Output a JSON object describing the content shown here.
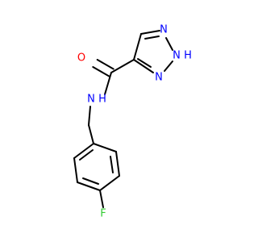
{
  "molecule": {
    "atoms": {
      "o1": {
        "symbol": "O",
        "color": "#ff0000"
      },
      "n_amide": {
        "symbol": "N",
        "color": "#0000ff"
      },
      "h_amide": {
        "symbol": "H",
        "color": "#0000ff"
      },
      "n1": {
        "symbol": "N",
        "color": "#0000ff"
      },
      "n2": {
        "symbol": "N",
        "color": "#0000ff"
      },
      "h_ring": {
        "symbol": "H",
        "color": "#0000ff"
      },
      "n3": {
        "symbol": "N",
        "color": "#0000ff"
      },
      "f1": {
        "symbol": "F",
        "color": "#33cc33"
      }
    },
    "bond_color": "#000000"
  }
}
